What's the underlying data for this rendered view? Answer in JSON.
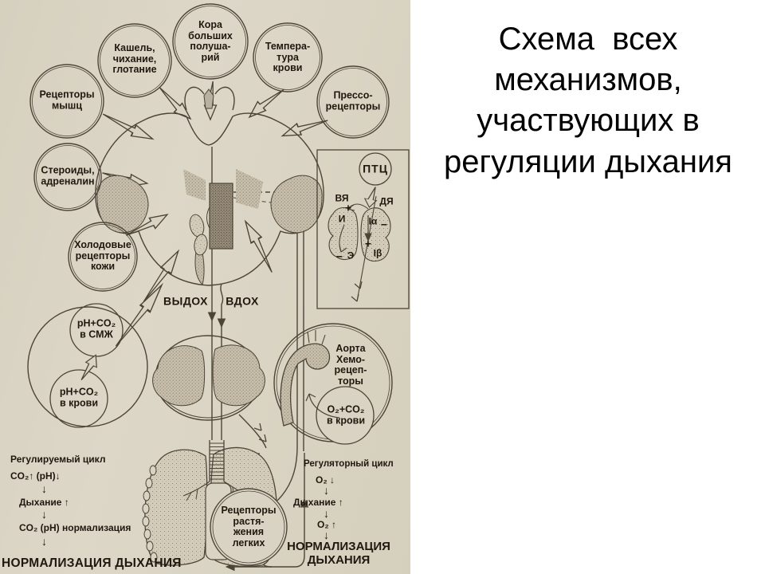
{
  "slide": {
    "title": "Схема  всех\nмеханизмов,\nучаствующих в\nрегуляции дыхания"
  },
  "colors": {
    "paper": "#d9d3c3",
    "ink": "#4d4437",
    "label_text": "#20180e",
    "title_text": "#000000"
  },
  "glyphs": {
    "down": "↓",
    "up": "↑"
  },
  "diagram": {
    "bubbles": {
      "cortex": "Кора\nбольших\nполуша-\nрий",
      "cough": "Кашель,\nчихание,\nглотание",
      "temperature": "Темпера-\nтура\nкрови",
      "muscle_receptors": "Рецепторы\nмышц",
      "pressoreceptors": "Прессо-\nрецепторы",
      "steroids": "Стероиды,\nадреналин",
      "cold_receptors": "Холодовые\nрецепторы\nкожи",
      "ph_csf": "pH+CO₂\nв СМЖ",
      "ph_blood": "pH+CO₂\nв крови",
      "aorta_chemo": "Аорта\nХемо-\nрецеп-\nторы",
      "o2_co2_blood": "O₂+CO₂\nв крови",
      "stretch_receptors": "Рецепторы\nрастя-\nжения\nлегких"
    },
    "breath_labels": {
      "exhale": "ВЫДОХ",
      "inhale": "ВДОХ"
    },
    "ptc_box": {
      "ptc": "ПТЦ",
      "vya": "ВЯ",
      "dya": "ДЯ",
      "plus_i": "+",
      "i_neuron": "И",
      "i_alpha": "Iα",
      "minus_alpha": "−",
      "minus_e": "−",
      "e_neuron": "Э",
      "plus_beta": "+",
      "i_beta": "Iβ"
    },
    "left_cycle": {
      "title": "Регулируемый цикл",
      "row1": "CO₂↑ (pH)↓",
      "row2": "Дыхание ↑",
      "row3": "CO₂ (pH) нормализация",
      "row4": "НОРМАЛИЗАЦИЯ ДЫХАНИЯ"
    },
    "right_cycle": {
      "title": "Регуляторный цикл",
      "row1": "O₂ ↓",
      "row2": "Дыхание ↑",
      "row3": "O₂ ↑",
      "row4": "НОРМАЛИЗАЦИЯ\nДЫХАНИЯ"
    }
  }
}
